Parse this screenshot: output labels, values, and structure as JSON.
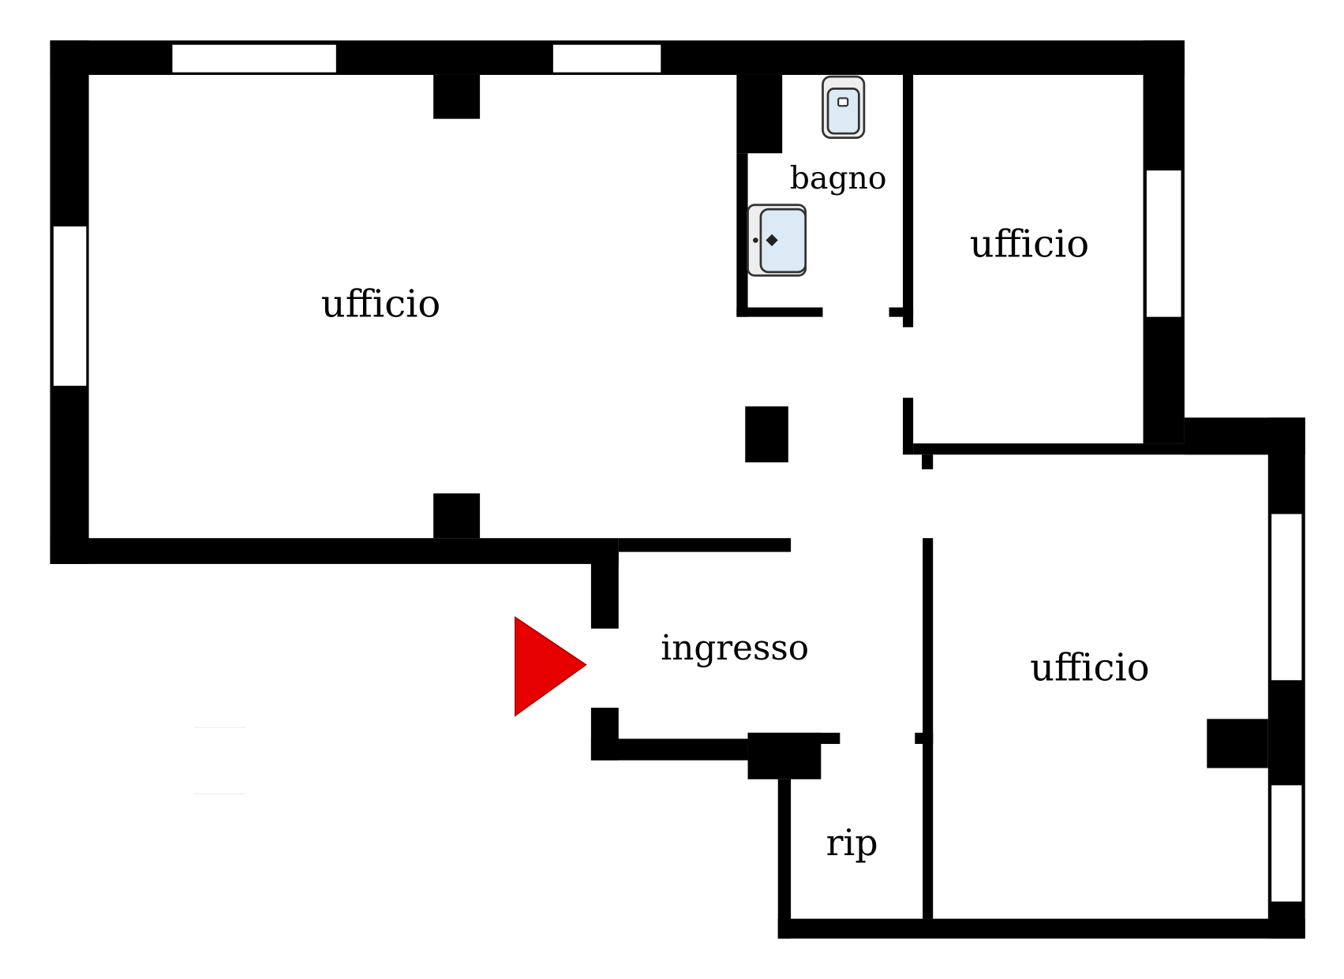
{
  "rooms": {
    "office_large": "ufficio",
    "bathroom": "bagno",
    "office_upper_right": "ufficio",
    "entrance": "ingresso",
    "office_lower_right": "ufficio",
    "storage": "rip"
  },
  "entrance_marker": {
    "icon": "entrance-arrow-icon",
    "color": "#e60000"
  },
  "wall_color": "#000000"
}
